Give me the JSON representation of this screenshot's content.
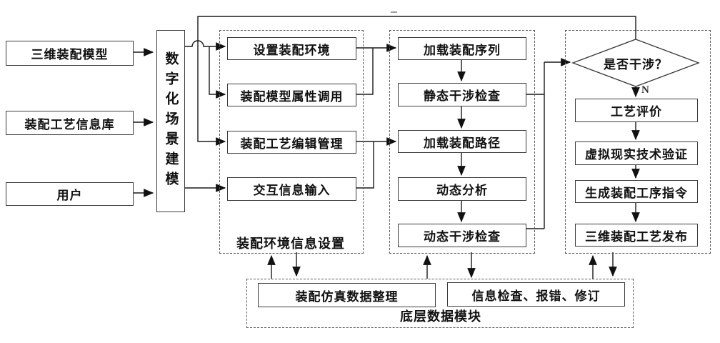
{
  "meta": {
    "background": "#ffffff",
    "line_color": "#1a1a1a",
    "box_border_color": "#3c3c3c"
  },
  "inputs": {
    "items": [
      {
        "label": "三维装配模型"
      },
      {
        "label": "装配工艺信息库"
      },
      {
        "label": "用户"
      }
    ]
  },
  "scene_modeling": {
    "label": "数字化场景建模"
  },
  "env_module": {
    "title": "装配环境信息设置",
    "steps": [
      {
        "label": "设置装配环境"
      },
      {
        "label": "装配模型属性调用"
      },
      {
        "label": "装配工艺编辑管理"
      },
      {
        "label": "交互信息输入"
      }
    ]
  },
  "simulation_module": {
    "steps": [
      {
        "label": "加载装配序列"
      },
      {
        "label": "静态干涉检查"
      },
      {
        "label": "加载装配路径"
      },
      {
        "label": "动态分析"
      },
      {
        "label": "动态干涉检查"
      }
    ]
  },
  "output_module": {
    "decision": {
      "label": "是否干涉？",
      "no_label": "N"
    },
    "steps": [
      {
        "label": "工艺评价"
      },
      {
        "label": "虚拟现实技术验证"
      },
      {
        "label": "生成装配工序指令"
      },
      {
        "label": "三维装配工艺发布"
      }
    ]
  },
  "data_module": {
    "title": "底层数据模块",
    "steps": [
      {
        "label": "装配仿真数据整理"
      },
      {
        "label": "信息检查、报错、修订"
      }
    ]
  }
}
